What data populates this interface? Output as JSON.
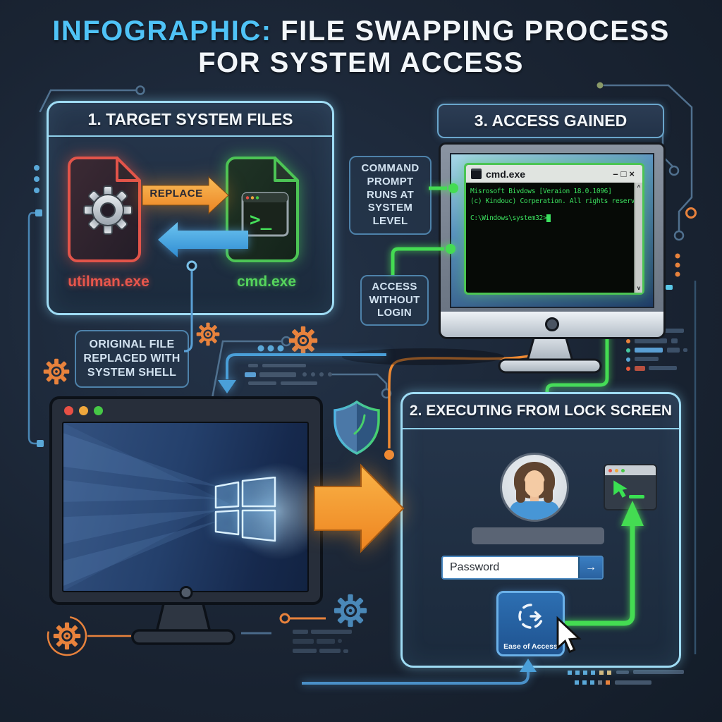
{
  "title": {
    "accent": "INFOGRAPHIC:",
    "line1_rest": " FILE SWAPPING PROCESS",
    "line2": "FOR SYSTEM ACCESS"
  },
  "step1": {
    "heading": "1. TARGET SYSTEM FILES",
    "file_left": "utilman.exe",
    "file_right": "cmd.exe",
    "replace_label": "REPLACE",
    "terminal_glyph": ">_",
    "callout": [
      "ORIGINAL FILE",
      "REPLACED WITH",
      "SYSTEM SHELL"
    ]
  },
  "step2": {
    "heading": "2. EXECUTING FROM LOCK SCREEN",
    "password_placeholder": "Password",
    "submit_glyph": "→",
    "ease_label": "Ease of Access"
  },
  "step3": {
    "heading": "3. ACCESS GAINED",
    "callout_system_level": [
      "COMMAND",
      "PROMPT",
      "RUNS AT",
      "SYSTEM",
      "LEVEL"
    ],
    "callout_no_login": [
      "ACCESS",
      "WITHOUT",
      "LOGIN"
    ],
    "terminal": {
      "title": "cmd.exe",
      "minimize": "–",
      "maximize": "□",
      "close": "×",
      "line1": "Misrosoft Bivdows [Veraion 18.0.1096]",
      "line2": "(c) Kindouc) Corperation. All rights reserved.",
      "prompt": "C:\\Windows\\system32>",
      "cursor": "_",
      "scroll_up": "^",
      "scroll_down": "v"
    }
  },
  "colors": {
    "background": "#1a2433",
    "accent_cyan": "#4fc3f7",
    "box_glow": "#9fdcf4",
    "red_file": "#e2544a",
    "green_file": "#4cc455",
    "terminal_green": "#3be05e",
    "orange_arrow": "#f08a28",
    "blue_arrow": "#4a9fd8",
    "label_text": "#d2e2f0"
  }
}
